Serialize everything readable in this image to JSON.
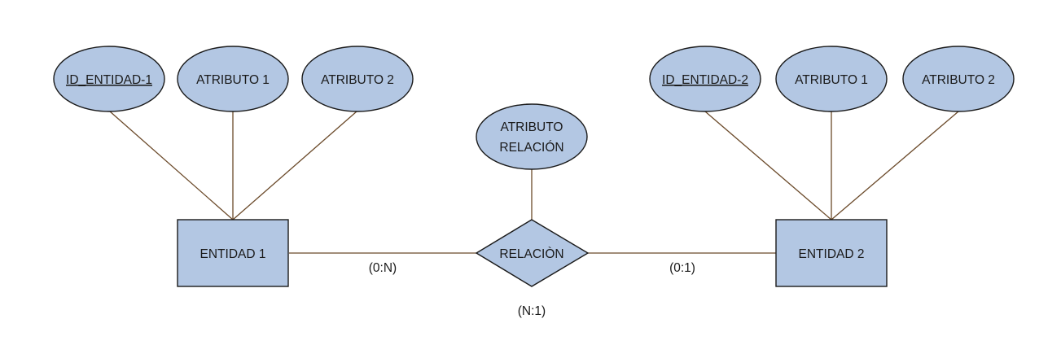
{
  "entities": {
    "entity_1": {
      "label": "ENTIDAD 1",
      "key_attribute": "ID_ENTIDAD-1",
      "attribute_1": "ATRIBUTO 1",
      "attribute_2": "ATRIBUTO 2"
    },
    "entity_2": {
      "label": "ENTIDAD 2",
      "key_attribute": "ID_ENTIDAD-2",
      "attribute_1": "ATRIBUTO 1",
      "attribute_2": "ATRIBUTO 2"
    }
  },
  "relationship": {
    "label": "RELACIÒN",
    "attribute_line_1": "ATRIBUTO",
    "attribute_line_2": "RELACIÓN",
    "cardinality_left": "(0:N)",
    "cardinality_right": "(0:1)",
    "cardinality_overall": "(N:1)"
  },
  "colors": {
    "shape_fill": "#b3c7e3",
    "shape_stroke": "#1a1a1a",
    "connector": "#6b4a2a"
  }
}
